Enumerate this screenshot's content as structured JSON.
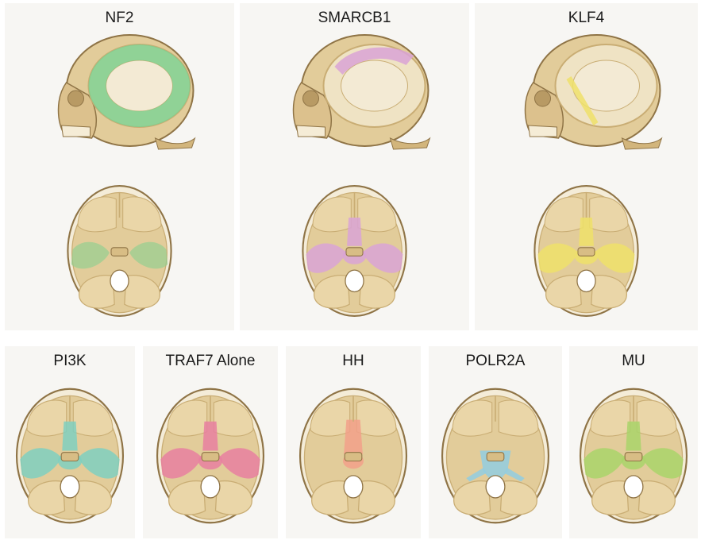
{
  "top_row": [
    {
      "label": "NF2",
      "side_highlight": "convexity",
      "base_highlight": "lateral-sphenoid-wing",
      "color": "#7fcf8e"
    },
    {
      "label": "SMARCB1",
      "side_highlight": "parasagittal-falx",
      "base_highlight": "midline-and-sphenoid",
      "color": "#d9a3d6"
    },
    {
      "label": "KLF4",
      "side_highlight": "skull-base-strip",
      "base_highlight": "anterior-midline-and-sphenoid",
      "color": "#efe06a"
    }
  ],
  "bottom_row": [
    {
      "label": "PI3K",
      "base_highlight": "anterior-midline-and-sphenoid",
      "color": "#7fcfbf"
    },
    {
      "label": "TRAF7 Alone",
      "base_highlight": "anterior-midline-and-sphenoid",
      "color": "#e87fa0"
    },
    {
      "label": "HH",
      "base_highlight": "anterior-midline",
      "color": "#f2a08a"
    },
    {
      "label": "POLR2A",
      "base_highlight": "tuberculum-sellae",
      "color": "#92cde0"
    },
    {
      "label": "MU",
      "base_highlight": "anterior-midline-and-sphenoid",
      "color": "#a9d46a"
    }
  ]
}
